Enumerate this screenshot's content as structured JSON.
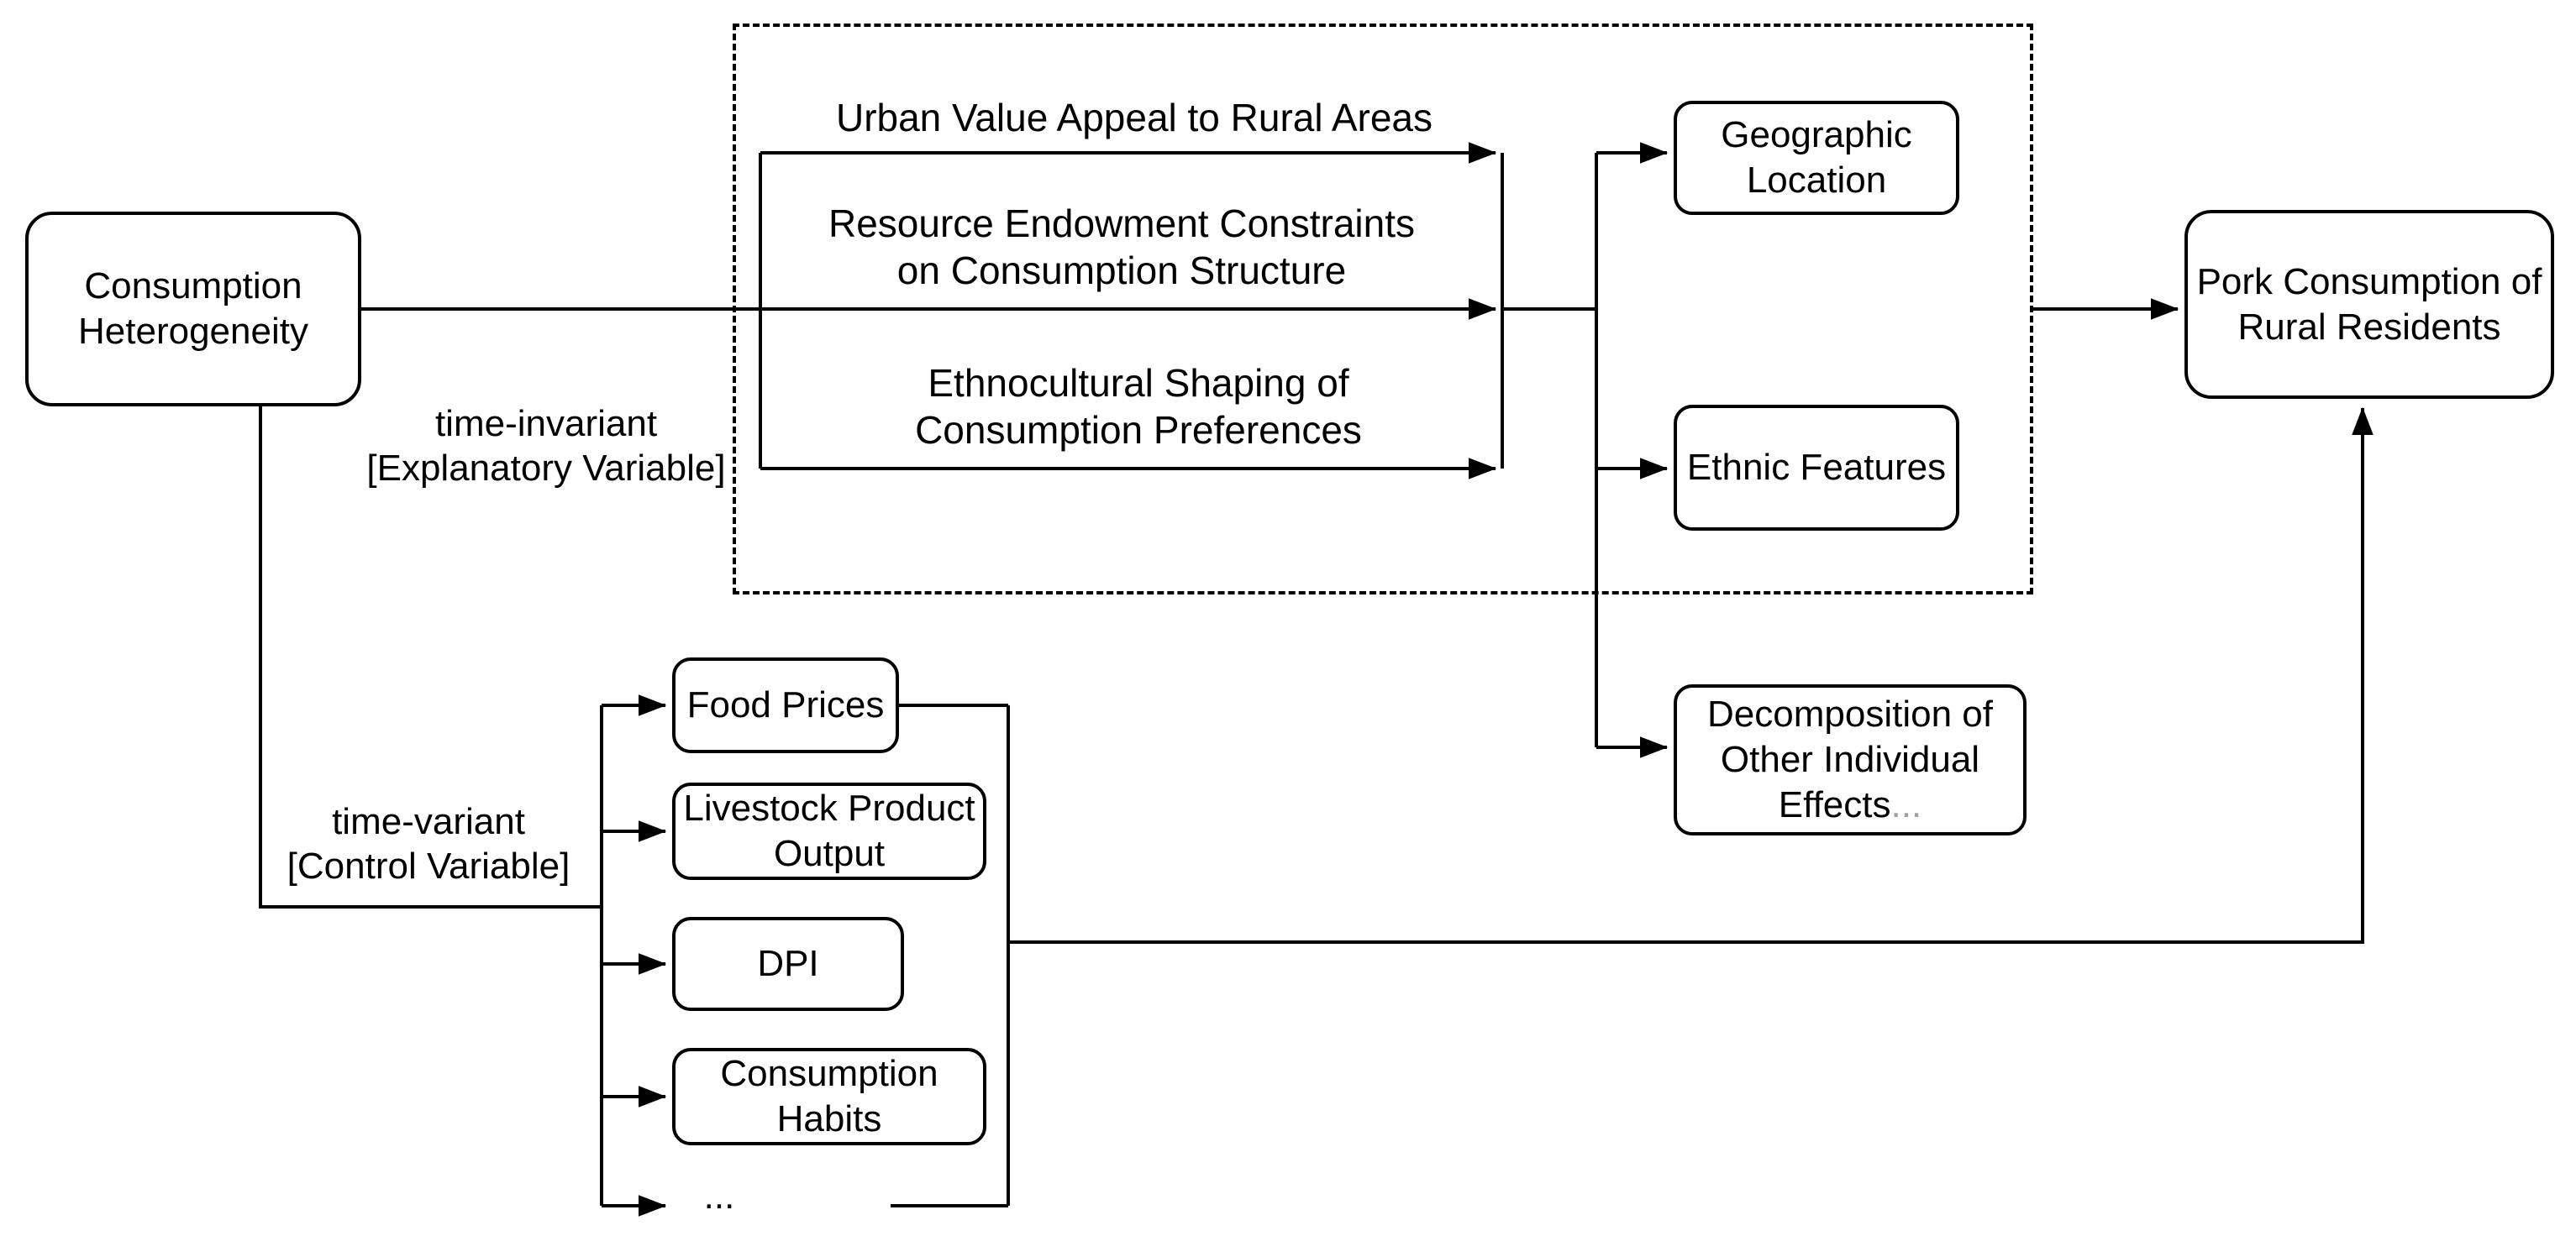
{
  "figure": {
    "colors": {
      "stroke": "#000000",
      "background": "#ffffff",
      "muted_dots": "#9e9e9e"
    },
    "nodes": {
      "consumption_heterogeneity": "Consumption\nHeterogeneity",
      "geographic_location": "Geographic\nLocation",
      "ethnic_features": "Ethnic Features",
      "decomposition_main": "Decomposition of\nOther Individual\nEffects",
      "decomposition_dots": "...",
      "pork_consumption": "Pork Consumption of\nRural Residents",
      "food_prices": "Food Prices",
      "livestock_product_output": "Livestock Product\nOutput",
      "dpi": "DPI",
      "consumption_habits": "Consumption\nHabits",
      "more_controls": "..."
    },
    "pathway_labels": {
      "urban_value": "Urban Value Appeal to Rural Areas",
      "resource_endowment": "Resource Endowment Constraints\non Consumption Structure",
      "ethnocultural": "Ethnocultural Shaping of\nConsumption Preferences"
    },
    "edge_labels": {
      "time_invariant": "time-invariant\n[Explanatory Variable]",
      "time_variant": "time-variant\n[Control Variable]"
    }
  }
}
